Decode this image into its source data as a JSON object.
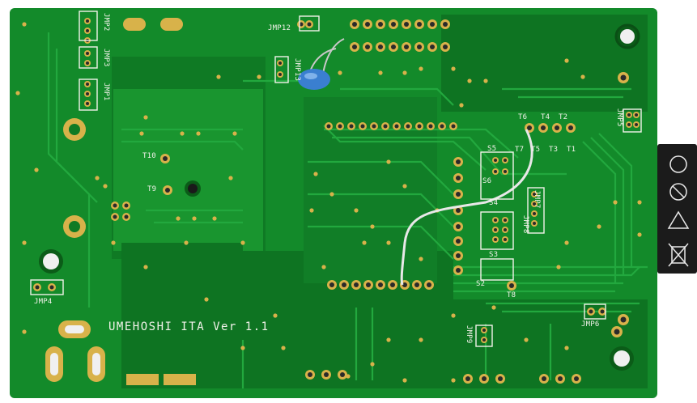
{
  "board": {
    "title": "UMEHOSHI ITA Ver 1.1",
    "colors": {
      "solder_mask": "#138a2a",
      "solder_mask_dark": "#0b6b1d",
      "trace": "#1fa33a",
      "pad": "#d8b24a",
      "silkscreen": "#f2f2ea",
      "capacitor": "#3a7fd0",
      "wire": "#e8e8e8",
      "connector": "#1b1b1b"
    }
  },
  "labels": {
    "jmp1": "JMP1",
    "jmp2": "JMP2",
    "jmp3": "JMP3",
    "jmp4": "JMP4",
    "jmp5": "JMP5",
    "jmp6": "JMP6",
    "jmp7": "JMP7",
    "jmp8": "JMP8",
    "jmp9": "JMP9",
    "jmp12": "JMP12",
    "jmp13": "JMP13",
    "t1": "T1",
    "t2": "T2",
    "t3": "T3",
    "t4": "T4",
    "t5": "T5",
    "t6": "T6",
    "t7": "T7",
    "t8": "T8",
    "t9": "T9",
    "t10": "T10",
    "s2": "S2",
    "s3": "S3",
    "s4": "S4",
    "s5": "S5",
    "s6": "S6"
  },
  "connector_symbols": [
    "hf-icon",
    "pb-free-icon",
    "esd-warning-icon",
    "weee-bin-icon"
  ]
}
